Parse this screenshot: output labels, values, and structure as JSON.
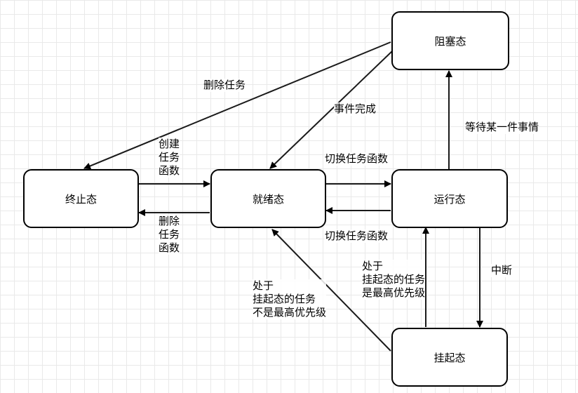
{
  "nodes": {
    "blocked": "阻塞态",
    "terminated": "终止态",
    "ready": "就绪态",
    "running": "运行态",
    "suspended": "挂起态"
  },
  "edges": {
    "blocked_to_terminated": "删除任务",
    "blocked_to_ready": "事件完成",
    "running_to_blocked": "等待某一件事情",
    "terminated_to_ready": "创建\n任务\n函数",
    "ready_to_terminated": "删除\n任务\n函数",
    "ready_to_running": "切换任务函数",
    "running_to_ready": "切换任务函数",
    "running_to_suspended": "中断",
    "suspended_to_running": "处于\n挂起态的任务\n是最高优先级",
    "suspended_to_ready": "处于\n挂起态的任务\n不是最高优先级"
  }
}
